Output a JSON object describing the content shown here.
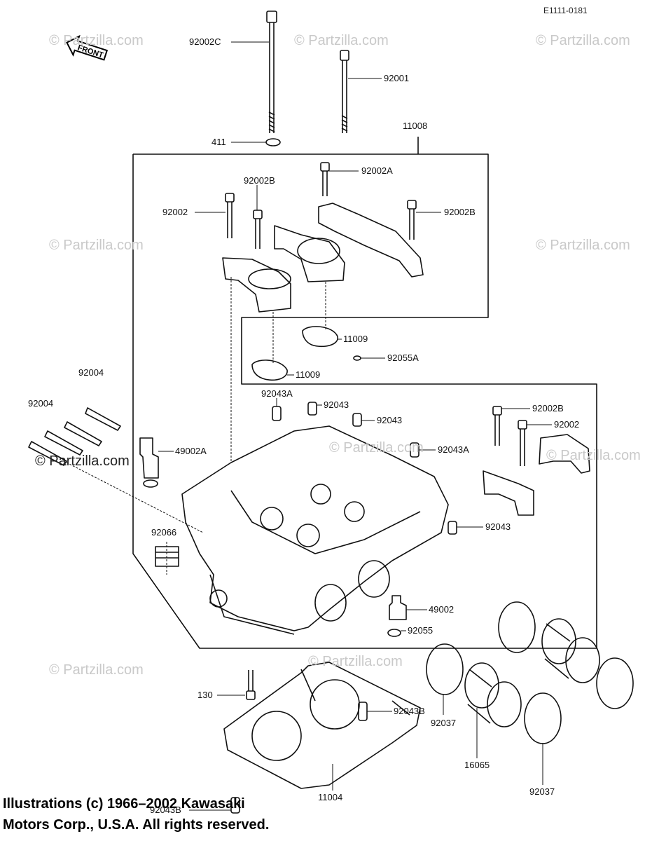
{
  "diagram_code": "E1111-0181",
  "front_label": "FRONT",
  "watermark": "© Partzilla.com",
  "copyright": {
    "line1": "Illustrations (c) 1966–2002 Kawasaki",
    "line2": "Motors Corp., U.S.A.  All rights reserved."
  },
  "callouts": {
    "c92002C": "92002C",
    "c92001": "92001",
    "c411": "411",
    "c11008": "11008",
    "c92002A": "92002A",
    "c92002B_top": "92002B",
    "c92002_top": "92002",
    "c92002B_right": "92002B",
    "c11009_a": "11009",
    "c92055A": "92055A",
    "c11009_b": "11009",
    "c92043A_top": "92043A",
    "c92043_a": "92043",
    "c92043_b": "92043",
    "c92043A_right": "92043A",
    "c92004_a": "92004",
    "c92004_b": "92004",
    "c49002A": "49002A",
    "c92002B_mid": "92002B",
    "c92002_mid": "92002",
    "c92043_c": "92043",
    "c92066": "92066",
    "c49002": "49002",
    "c92055": "92055",
    "c130": "130",
    "c92037_a": "92037",
    "c16065": "16065",
    "c92043B_right": "92043B",
    "c11004": "11004",
    "c92037_b": "92037",
    "c92043B_left": "92043B"
  }
}
